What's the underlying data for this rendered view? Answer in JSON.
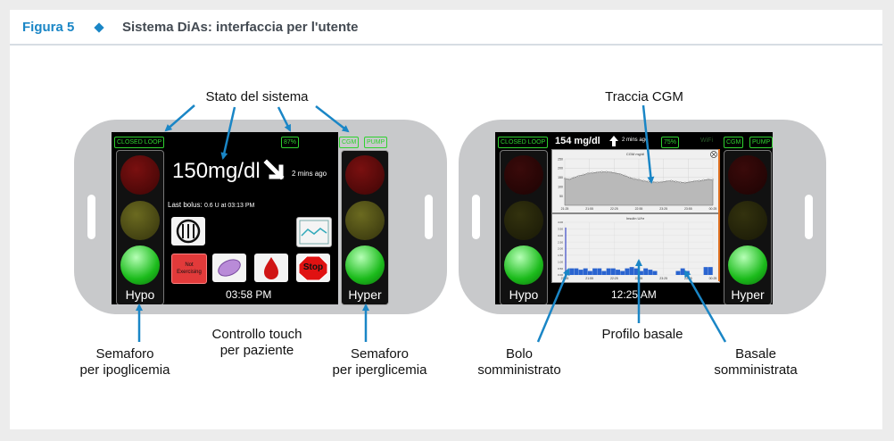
{
  "header": {
    "figure_label": "Figura 5",
    "title": "Sistema DiAs: interfaccia per l'utente"
  },
  "colors": {
    "accent": "#1a86c6",
    "tag_green": "#2fd22f",
    "arrow_blue": "#1a86c6"
  },
  "callouts": {
    "stato": "Stato del sistema",
    "semaforo_hypo": [
      "Semaforo",
      "per ipoglicemia"
    ],
    "controllo": [
      "Controllo touch",
      "per paziente"
    ],
    "semaforo_hyper": [
      "Semaforo",
      "per iperglicemia"
    ],
    "traccia": "Traccia CGM",
    "bolo": [
      "Bolo",
      "somministrato"
    ],
    "profilo": "Profilo basale",
    "basale": [
      "Basale",
      "somministrata"
    ]
  },
  "left_screen": {
    "status": {
      "closed_loop": "CLOSED LOOP",
      "battery": "87%",
      "cgm": "CGM",
      "pump": "PUMP"
    },
    "glucose": "150mg/dl",
    "time_ago": "2 mins ago",
    "last_bolus": "Last bolus:",
    "last_bolus_detail": "0.6 U at 03:13 PM",
    "not_exercising": [
      "Not",
      "Exercising"
    ],
    "stop": "Stop",
    "clock": "03:58 PM",
    "hypo": "Hypo",
    "hyper": "Hyper"
  },
  "right_screen": {
    "status": {
      "closed_loop": "CLOSED LOOP",
      "glucose": "154 mg/dl",
      "time_ago": "2 mins ago",
      "battery": "75%",
      "wifi": "WiFi",
      "cgm": "CGM",
      "pump": "PUMP"
    },
    "cgm_chart_title": "CGM mg/dl",
    "insulin_chart_title": "Insulin U/hr",
    "cgm_yticks": [
      "250",
      "200",
      "150",
      "100",
      "50"
    ],
    "insulin_yticks": [
      "4.00",
      "3.50",
      "3.00",
      "2.50",
      "2.00",
      "1.50",
      "1.00",
      "0.50",
      "0.00"
    ],
    "xticks": [
      "21:25",
      "21:55",
      "22:25",
      "22:55",
      "23:25",
      "23:55",
      "00:25"
    ],
    "clock": "12:25 AM",
    "hypo": "Hypo",
    "hyper": "Hyper"
  },
  "chart_data": [
    {
      "type": "area",
      "title": "CGM mg/dl",
      "x": [
        "21:25",
        "21:55",
        "22:25",
        "22:55",
        "23:25",
        "23:55",
        "00:25"
      ],
      "series": [
        {
          "values": [
            145,
            140,
            150,
            158,
            165,
            172,
            175,
            178,
            180,
            180,
            178,
            174,
            168,
            160,
            150,
            142,
            138,
            132,
            128,
            126,
            124,
            126,
            130,
            132,
            128,
            124,
            122,
            126,
            130,
            132,
            136,
            140,
            138
          ]
        }
      ],
      "ylim": [
        0,
        250
      ]
    },
    {
      "type": "bar",
      "title": "Insulin U/hr",
      "x": [
        "21:25",
        "21:55",
        "22:25",
        "22:55",
        "23:25",
        "23:55",
        "00:25"
      ],
      "series": [
        {
          "values": [
            0.3,
            0.5,
            0.5,
            0.4,
            0.5,
            0.3,
            0.5,
            0.5,
            0.3,
            0.5,
            0.5,
            0.4,
            0.3,
            0.5,
            0.6,
            0.5,
            0.3,
            0.5,
            0.4,
            0.3,
            0,
            0,
            0,
            0,
            0.3,
            0.5,
            0.3,
            0,
            0,
            0,
            0.6,
            0.6
          ]
        }
      ],
      "bolus": 3.6,
      "ylim": [
        0,
        4
      ]
    }
  ]
}
